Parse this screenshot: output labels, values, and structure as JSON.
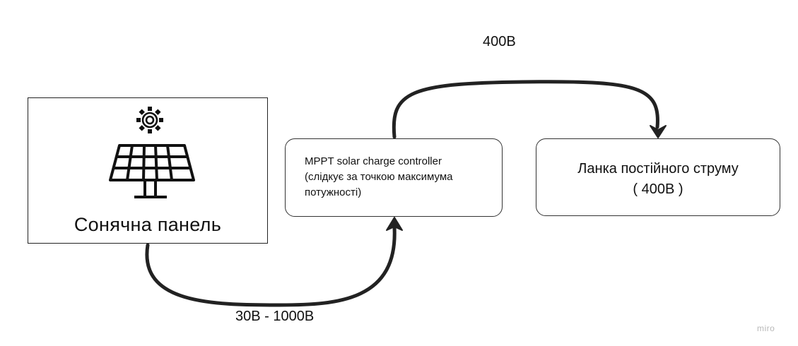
{
  "nodes": {
    "solar_panel": {
      "label": "Сонячна панель",
      "icons": [
        "sun-icon",
        "solar-panel-icon"
      ]
    },
    "mppt": {
      "lines": [
        "MPPT solar charge controller",
        "(слідкує за точкою максимума",
        "потужності)"
      ]
    },
    "dc_link": {
      "lines": [
        "Ланка постійного струму",
        "( 400В )"
      ]
    }
  },
  "edges": [
    {
      "from": "solar_panel",
      "to": "mppt",
      "label": "30В - 1000В"
    },
    {
      "from": "mppt",
      "to": "dc_link",
      "label": "400В"
    }
  ],
  "watermark": "miro",
  "colors": {
    "stroke": "#222222",
    "background": "#ffffff",
    "watermark": "#b8b8b8"
  }
}
